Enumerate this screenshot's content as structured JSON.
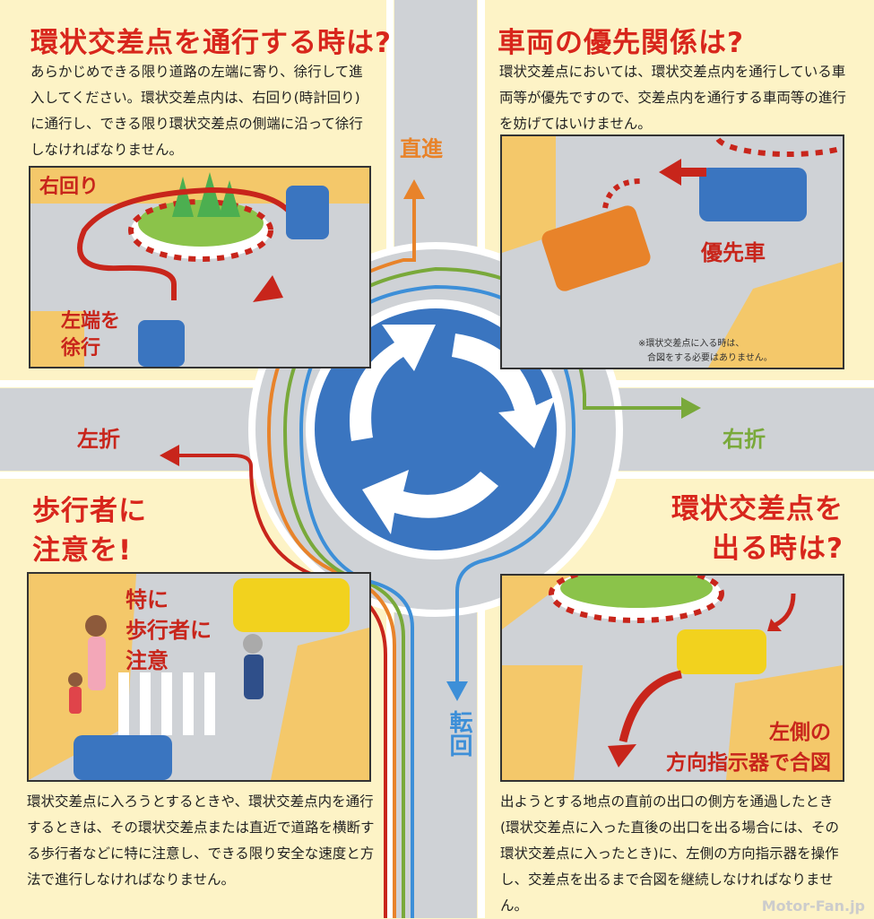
{
  "panels": [
    {
      "title": "環状交差点を通行する時は?",
      "text": "あらかじめできる限り道路の左端に寄り、徐行して進入してください。環状交差点内は、右回り(時計回り)に通行し、できる限り環状交差点の側端に沿って徐行しなければなりません。"
    },
    {
      "title": "車両の優先関係は?",
      "text": "環状交差点においては、環状交差点内を通行している車両等が優先ですので、交差点内を通行する車両等の進行を妨げてはいけません。"
    },
    {
      "title_line1": "歩行者に",
      "title_line2": "注意を!",
      "text": "環状交差点に入ろうとするときや、環状交差点内を通行するときは、その環状交差点または直近で道路を横断する歩行者などに特に注意し、できる限り安全な速度と方法で進行しなければなりません。"
    },
    {
      "title_line1": "環状交差点を",
      "title_line2": "出る時は?",
      "text": "出ようとする地点の直前の出口の側方を通過したとき(環状交差点に入った直後の出口を出る場合には、その環状交差点に入ったとき)に、左側の方向指示器を操作し、交差点を出るまで合図を継続しなければなりません。"
    }
  ],
  "labels": {
    "clockwise": "右回り",
    "keep_left_1": "左端を",
    "keep_left_2": "徐行",
    "priority_car": "優先車",
    "note_line1": "※環状交差点に入る時は、",
    "note_line2": "合図をする必要はありません。",
    "pedestrian_1": "特に",
    "pedestrian_2": "歩行者に",
    "pedestrian_3": "注意",
    "left_signal_1": "左側の",
    "left_signal_2": "方向指示器で合図"
  },
  "directions": {
    "straight": "直進",
    "left": "左折",
    "right": "右折",
    "uturn": "転回"
  },
  "colors": {
    "title_red": "#d8261c",
    "straight": "#e8832a",
    "left": "#c8251b",
    "right": "#79a93a",
    "uturn": "#3d8fd8",
    "sign_blue": "#3a75c0",
    "background": "#fdf3c6"
  },
  "watermark": "Motor-Fan.jp"
}
